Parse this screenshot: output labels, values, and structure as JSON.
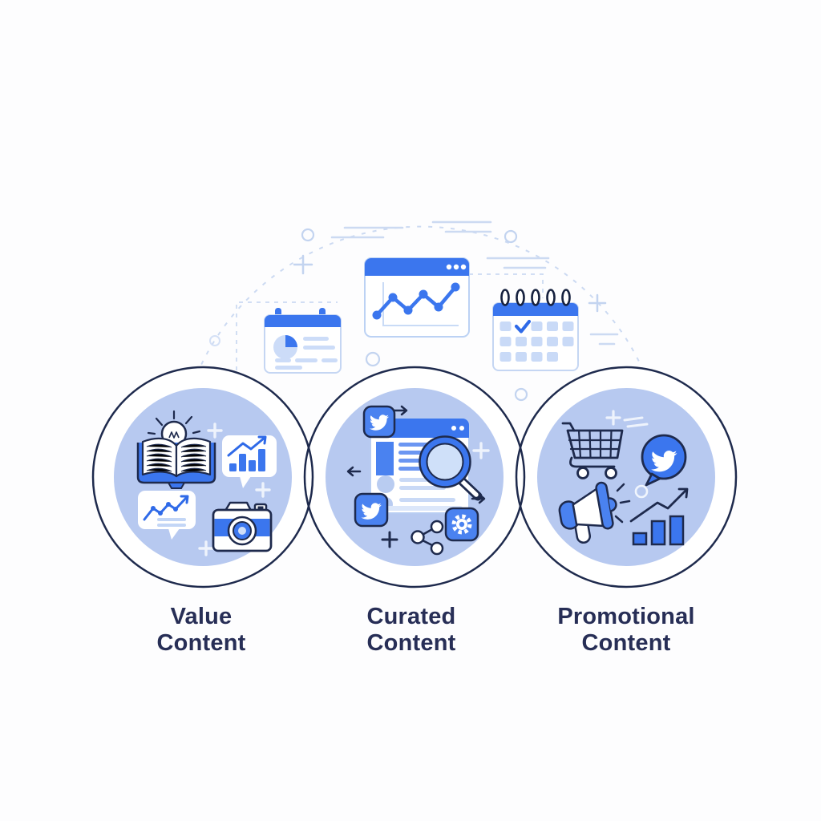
{
  "diagram": {
    "type": "three-circle content strategy illustration",
    "groups": [
      {
        "id": "value",
        "label": "Value Content",
        "icons": [
          "lightbulb-icon",
          "open-book-icon",
          "bar-chart-bubble-icon",
          "line-chart-bubble-icon",
          "camera-icon"
        ]
      },
      {
        "id": "curated",
        "label": "Curated Content",
        "icons": [
          "twitter-square-icon",
          "article-window-icon",
          "magnifier-icon",
          "twitter-square-icon",
          "gear-square-icon",
          "share-network-icon",
          "arrow-right-icon",
          "arrow-left-icon"
        ]
      },
      {
        "id": "promotional",
        "label": "Promotional Content",
        "icons": [
          "shopping-cart-icon",
          "twitter-bubble-icon",
          "megaphone-icon",
          "growth-bar-chart-icon"
        ]
      }
    ],
    "decor": {
      "top_icons": [
        "report-card-icon",
        "analytics-browser-icon",
        "calendar-icon"
      ],
      "shapes": [
        "dashed-dome-arc",
        "dashed-connectors",
        "small-circles",
        "plus-signs",
        "speed-lines"
      ]
    },
    "palette": {
      "primary_blue": "#3b76ee",
      "accent_blue": "#4a82f0",
      "inner_circle_fill": "#b7c9f0",
      "pale_blue": "#c9daf7",
      "glass_blue": "#cfe0f9",
      "outline_navy": "#1e2a4d",
      "label_color": "#272e56",
      "decor_line": "#ccdaf2",
      "background": "#fdfdfe"
    }
  }
}
